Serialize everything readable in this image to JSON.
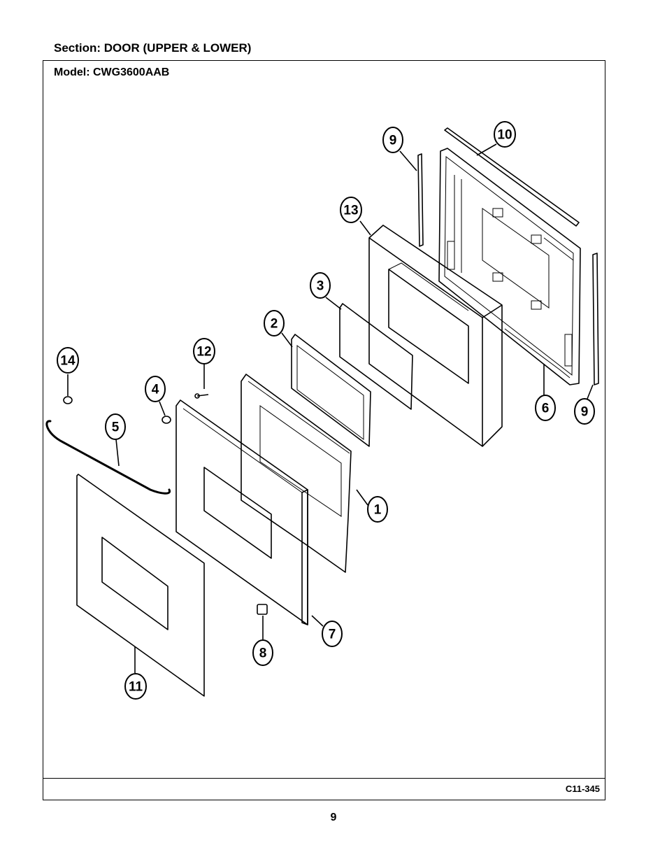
{
  "section_title": "Section:  DOOR (UPPER & LOWER)",
  "model_label": "Model:  CWG3600AAB",
  "figure_code": "C11-345",
  "page_number": "9",
  "callouts": [
    {
      "id": "c9a",
      "label": "9"
    },
    {
      "id": "c10",
      "label": "10"
    },
    {
      "id": "c13",
      "label": "13"
    },
    {
      "id": "c3",
      "label": "3"
    },
    {
      "id": "c2",
      "label": "2"
    },
    {
      "id": "c12",
      "label": "12"
    },
    {
      "id": "c14",
      "label": "14"
    },
    {
      "id": "c4",
      "label": "4"
    },
    {
      "id": "c5",
      "label": "5"
    },
    {
      "id": "c1",
      "label": "1"
    },
    {
      "id": "c6",
      "label": "6"
    },
    {
      "id": "c9b",
      "label": "9"
    },
    {
      "id": "c7",
      "label": "7"
    },
    {
      "id": "c8",
      "label": "8"
    },
    {
      "id": "c11",
      "label": "11"
    }
  ]
}
